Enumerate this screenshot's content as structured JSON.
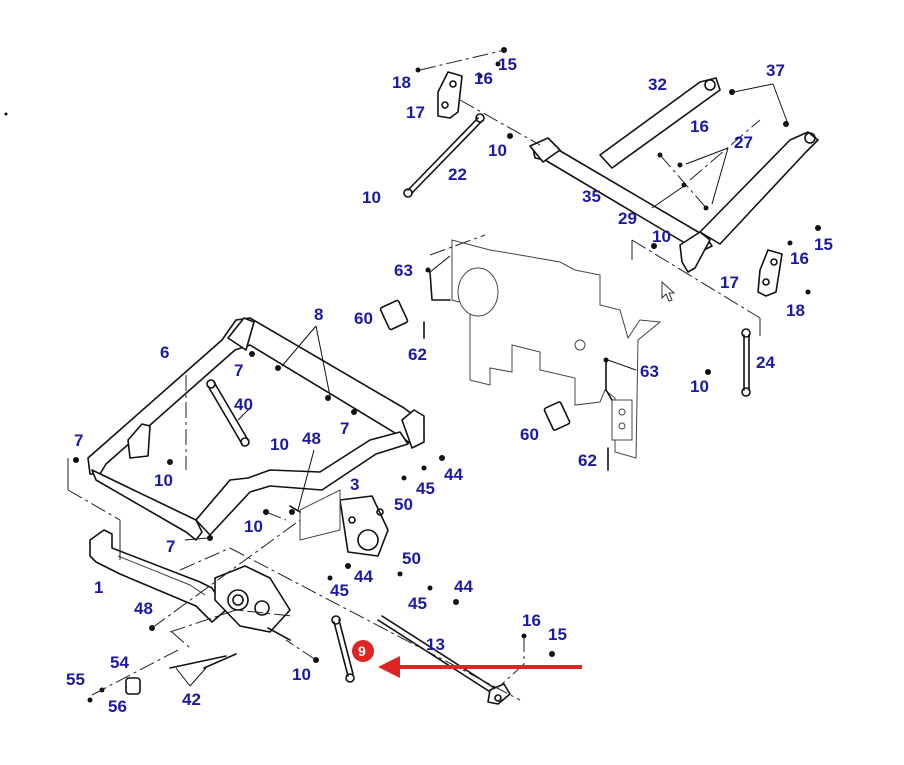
{
  "colors": {
    "callout": "#1a1aa6",
    "highlight": "#e02424",
    "line": "#111111"
  },
  "highlight": {
    "label": "9"
  },
  "cursor_icon": "pointer-arrow-icon",
  "callouts": [
    {
      "id": "c15a",
      "text": "15"
    },
    {
      "id": "c16a",
      "text": "16"
    },
    {
      "id": "c18a",
      "text": "18"
    },
    {
      "id": "c17a",
      "text": "17"
    },
    {
      "id": "c32",
      "text": "32"
    },
    {
      "id": "c37",
      "text": "37"
    },
    {
      "id": "c16b",
      "text": "16"
    },
    {
      "id": "c27",
      "text": "27"
    },
    {
      "id": "c10a",
      "text": "10"
    },
    {
      "id": "c22",
      "text": "22"
    },
    {
      "id": "c10b",
      "text": "10"
    },
    {
      "id": "c35",
      "text": "35"
    },
    {
      "id": "c29",
      "text": "29"
    },
    {
      "id": "c10c",
      "text": "10"
    },
    {
      "id": "c15b",
      "text": "15"
    },
    {
      "id": "c16c",
      "text": "16"
    },
    {
      "id": "c17b",
      "text": "17"
    },
    {
      "id": "c18b",
      "text": "18"
    },
    {
      "id": "c63a",
      "text": "63"
    },
    {
      "id": "c60a",
      "text": "60"
    },
    {
      "id": "c62a",
      "text": "62"
    },
    {
      "id": "c24",
      "text": "24"
    },
    {
      "id": "c63b",
      "text": "63"
    },
    {
      "id": "c10d",
      "text": "10"
    },
    {
      "id": "c60b",
      "text": "60"
    },
    {
      "id": "c62b",
      "text": "62"
    },
    {
      "id": "c8",
      "text": "8"
    },
    {
      "id": "c6",
      "text": "6"
    },
    {
      "id": "c7a",
      "text": "7"
    },
    {
      "id": "c40",
      "text": "40"
    },
    {
      "id": "c7b",
      "text": "7"
    },
    {
      "id": "c7c",
      "text": "7"
    },
    {
      "id": "c10e",
      "text": "10"
    },
    {
      "id": "c48a",
      "text": "48"
    },
    {
      "id": "c10f",
      "text": "10"
    },
    {
      "id": "c44a",
      "text": "44"
    },
    {
      "id": "c3",
      "text": "3"
    },
    {
      "id": "c45a",
      "text": "45"
    },
    {
      "id": "c50a",
      "text": "50"
    },
    {
      "id": "c10g",
      "text": "10"
    },
    {
      "id": "c7d",
      "text": "7"
    },
    {
      "id": "c50b",
      "text": "50"
    },
    {
      "id": "c1",
      "text": "1"
    },
    {
      "id": "c44b",
      "text": "44"
    },
    {
      "id": "c45b",
      "text": "45"
    },
    {
      "id": "c44c",
      "text": "44"
    },
    {
      "id": "c45c",
      "text": "45"
    },
    {
      "id": "c48b",
      "text": "48"
    },
    {
      "id": "c16d",
      "text": "16"
    },
    {
      "id": "c15c",
      "text": "15"
    },
    {
      "id": "c13",
      "text": "13"
    },
    {
      "id": "c54",
      "text": "54"
    },
    {
      "id": "c55",
      "text": "55"
    },
    {
      "id": "c10h",
      "text": "10"
    },
    {
      "id": "c42",
      "text": "42"
    },
    {
      "id": "c56",
      "text": "56"
    }
  ]
}
